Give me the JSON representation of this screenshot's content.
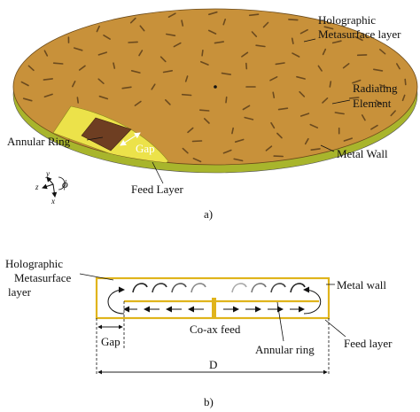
{
  "panel_a": {
    "caption": "a)",
    "labels": {
      "holo_line1": "Holographic",
      "holo_line2": "Metasurface layer",
      "radiating_line1": "Radiating",
      "radiating_line2": "Element",
      "metal_wall": "Metal Wall",
      "annular_ring": "Annular Ring",
      "gap": "Gap",
      "feed_layer": "Feed Layer"
    },
    "axes": {
      "y": "y",
      "x": "x",
      "z": "z",
      "phi": "ϕ"
    },
    "colors": {
      "disk": "#c8913a",
      "rim": "#a8b52c",
      "ring": "#6e3e22",
      "feed": "#ece24a"
    }
  },
  "panel_b": {
    "caption": "b)",
    "labels": {
      "holo_line1": "Holographic",
      "holo_line2": "Metasurface",
      "holo_line3": "layer",
      "metal_wall": "Metal wall",
      "coax_feed": "Co-ax feed",
      "annular_ring": "Annular ring",
      "feed_layer": "Feed layer",
      "gap": "Gap",
      "D": "D"
    },
    "colors": {
      "wall": "#e0b41c"
    }
  }
}
